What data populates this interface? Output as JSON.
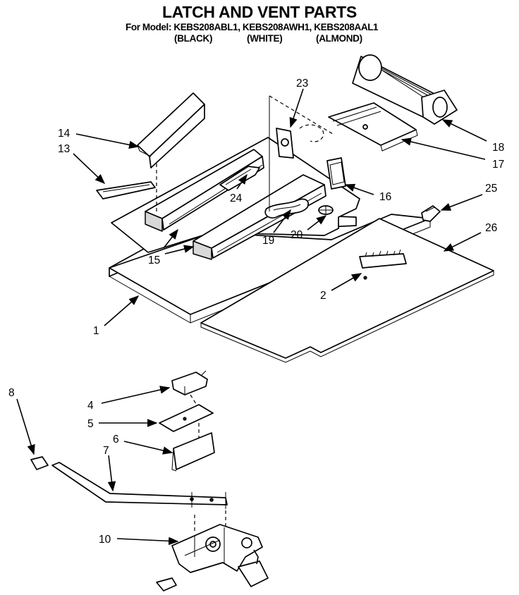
{
  "header": {
    "title": "LATCH AND VENT PARTS",
    "model_line": "For Model: KEBS208ABL1, KEBS208AWH1, KEBS208AAL1",
    "variants": [
      "(BLACK)",
      "(WHITE)",
      "(ALMOND)"
    ]
  },
  "callouts": [
    "1",
    "2",
    "4",
    "5",
    "6",
    "7",
    "8",
    "10",
    "13",
    "14",
    "15",
    "16",
    "17",
    "18",
    "19",
    "20",
    "23",
    "24",
    "25",
    "26"
  ]
}
